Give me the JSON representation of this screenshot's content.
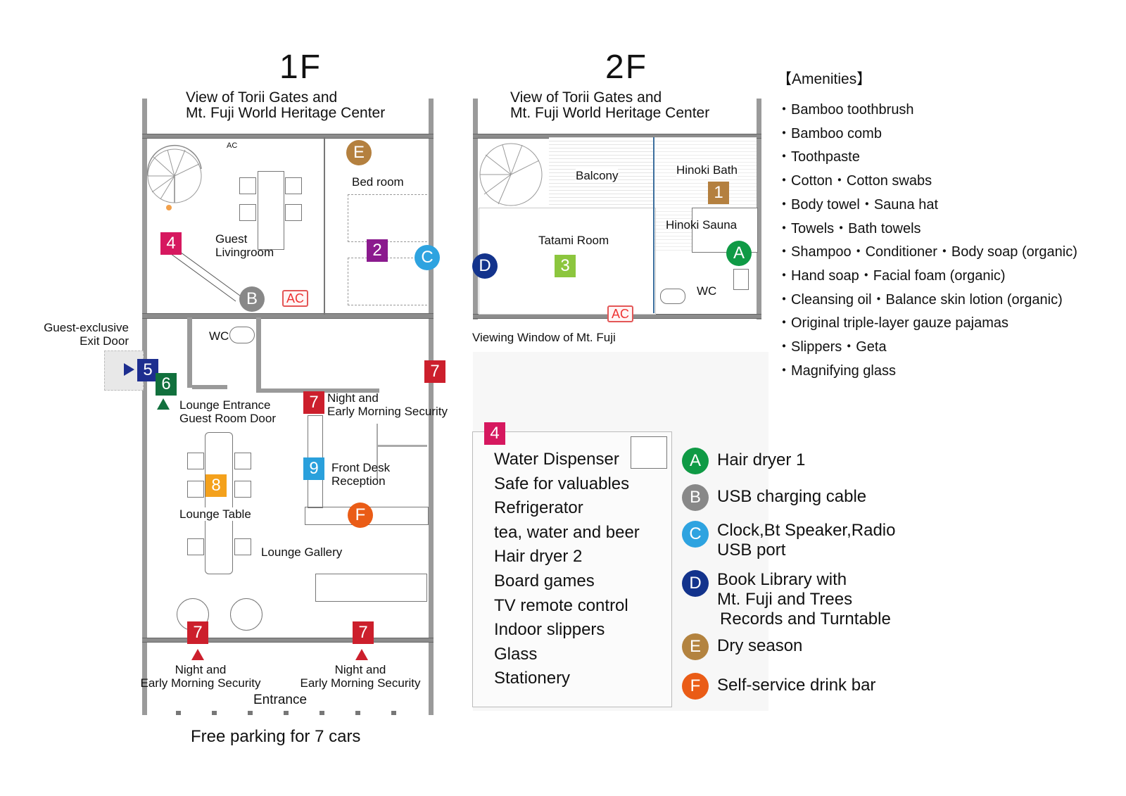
{
  "colors": {
    "pink": "#d6185f",
    "purple": "#8b1a8e",
    "green_sq": "#8cc63e",
    "navy": "#1d2e8f",
    "dark_green": "#11703d",
    "red": "#cc1f2c",
    "orange_sq": "#f4a11c",
    "sky": "#2aa0dc",
    "brown": "#b4803f",
    "circle_green": "#0f9a45",
    "circle_gray": "#888888",
    "circle_blue": "#2ea3e0",
    "circle_navy": "#13338c",
    "circle_brown": "#b3833f",
    "circle_orange": "#ea5c16"
  },
  "floor1": {
    "title": "1F",
    "view_line1": "View of Torii Gates and",
    "view_line2": "Mt. Fuji World Heritage Center",
    "ac_small": "AC",
    "ac_unit": "AC",
    "rooms": {
      "bedroom": "Bed room",
      "guest_living_1": "Guest",
      "guest_living_2": "Livingroom",
      "wc": "WC",
      "exit_door_1": "Guest-exclusive",
      "exit_door_2": "Exit Door",
      "lounge_entrance_1": "Lounge Entrance",
      "lounge_entrance_2": "Guest Room Door",
      "security_1": "Night and",
      "security_2": "Early Morning Security",
      "front_desk_1": "Front Desk",
      "front_desk_2": "Reception",
      "lounge_table": "Lounge Table",
      "lounge_gallery": "Lounge Gallery",
      "entrance": "Entrance",
      "parking": "Free parking for 7 cars"
    },
    "markers": {
      "m4": "4",
      "m2": "2",
      "m5": "5",
      "m6": "6",
      "m7": "7",
      "m8": "8",
      "m9": "9",
      "cE": "E",
      "cC": "C",
      "cB": "B",
      "cF": "F"
    }
  },
  "floor2": {
    "title": "2F",
    "view_line1": "View of Torii Gates and",
    "view_line2": "Mt. Fuji World Heritage Center",
    "ac_unit": "AC",
    "rooms": {
      "balcony": "Balcony",
      "hinoki_bath": "Hinoki Bath",
      "hinoki_sauna": "Hinoki Sauna",
      "tatami": "Tatami Room",
      "wc": "WC",
      "viewing_window": "Viewing Window of Mt. Fuji"
    },
    "markers": {
      "m1": "1",
      "m3": "3",
      "cA": "A",
      "cD": "D"
    }
  },
  "amenities": {
    "title": "【Amenities】",
    "items": [
      "・Bamboo toothbrush",
      "・Bamboo comb",
      "・Toothpaste",
      "・Cotton・Cotton swabs",
      "・Body towel・Sauna hat",
      "・Towels・Bath towels",
      "・Shampoo・Conditioner・Body soap (organic)",
      "・Hand soap・Facial foam (organic)",
      "・Cleansing oil・Balance skin lotion (organic)",
      "・Original triple-layer gauze pajamas",
      "・Slippers・Geta",
      "・Magnifying glass"
    ]
  },
  "box4": {
    "marker": "4",
    "items": [
      "Water Dispenser",
      "Safe for valuables",
      "Refrigerator",
      "tea, water and beer",
      "Hair dryer 2",
      "Board games",
      "TV remote control",
      "Indoor slippers",
      "Glass",
      "Stationery"
    ]
  },
  "legend": [
    {
      "letter": "A",
      "lines": [
        "Hair dryer 1"
      ]
    },
    {
      "letter": "B",
      "lines": [
        "USB charging cable"
      ]
    },
    {
      "letter": "C",
      "lines": [
        "Clock,Bt Speaker,Radio",
        "USB port"
      ]
    },
    {
      "letter": "D",
      "lines": [
        "Book Library with",
        "Mt. Fuji and Trees",
        " Records and Turntable"
      ]
    },
    {
      "letter": "E",
      "lines": [
        "Dry season"
      ]
    },
    {
      "letter": "F",
      "lines": [
        "Self-service drink bar"
      ]
    }
  ]
}
